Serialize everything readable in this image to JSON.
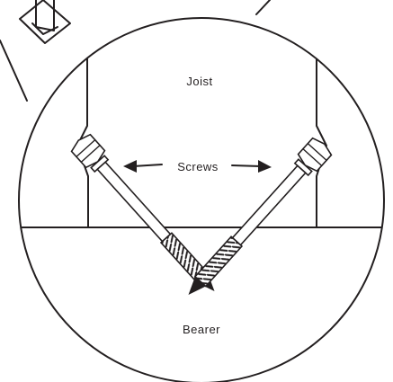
{
  "diagram": {
    "labels": {
      "joist": "Joist",
      "screws": "Screws",
      "bearer": "Bearer"
    },
    "colors": {
      "ink": "#231f20",
      "background": "#ffffff"
    }
  }
}
